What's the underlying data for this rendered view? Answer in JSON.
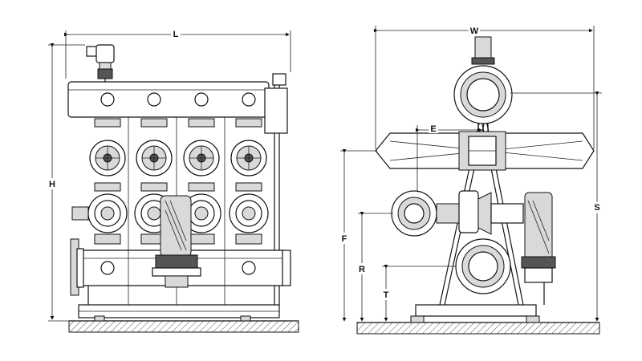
{
  "views": {
    "front": {
      "dimension_labels": {
        "length": "L",
        "height": "H"
      }
    },
    "side": {
      "dimension_labels": {
        "width": "W",
        "e": "E",
        "s": "S",
        "f": "F",
        "r": "R",
        "t": "T"
      }
    }
  },
  "colors": {
    "line": "#111111",
    "shade": "#d9d9d9",
    "ground": "#bfbfbf"
  }
}
